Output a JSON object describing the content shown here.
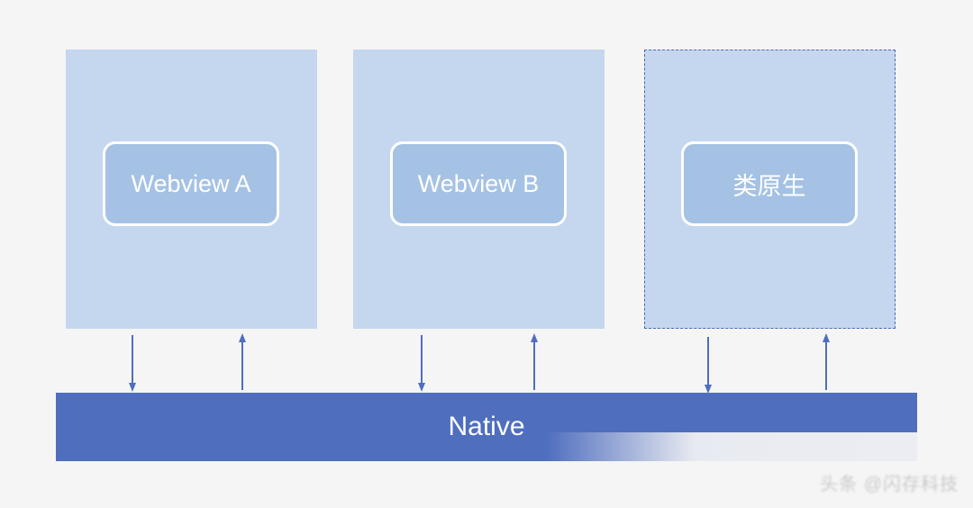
{
  "diagram": {
    "panels": [
      {
        "id": "webview-a",
        "label": "Webview A",
        "style": "solid"
      },
      {
        "id": "webview-b",
        "label": "Webview B",
        "style": "solid"
      },
      {
        "id": "native-like",
        "label": "类原生",
        "style": "dashed"
      }
    ],
    "native": {
      "label": "Native"
    },
    "arrows": [
      {
        "from": "webview-a",
        "to": "native"
      },
      {
        "from": "native",
        "to": "webview-a"
      },
      {
        "from": "webview-b",
        "to": "native"
      },
      {
        "from": "native",
        "to": "webview-b"
      },
      {
        "from": "native-like",
        "to": "native"
      },
      {
        "from": "native",
        "to": "native-like"
      }
    ],
    "colors": {
      "background": "#f5f5f5",
      "panel_fill": "#c5d7ee",
      "inner_fill": "#a5c2e4",
      "native_fill": "#4f6ebe",
      "arrow": "#4f6ebe"
    },
    "watermark": "头条 @闪存科技"
  }
}
